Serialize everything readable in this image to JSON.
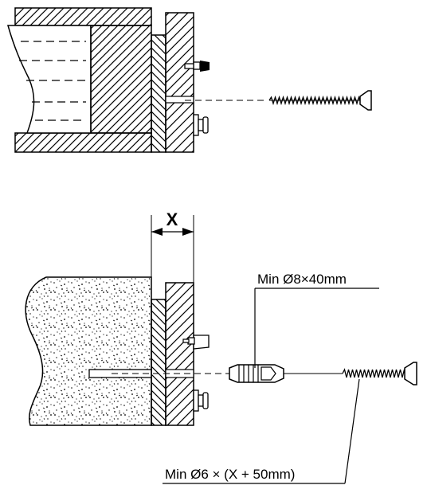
{
  "labels": {
    "dimension_x": "X",
    "plug_spec": "Min Ø8×40mm",
    "screw_spec": "Min Ø6 × (X + 50mm)"
  }
}
